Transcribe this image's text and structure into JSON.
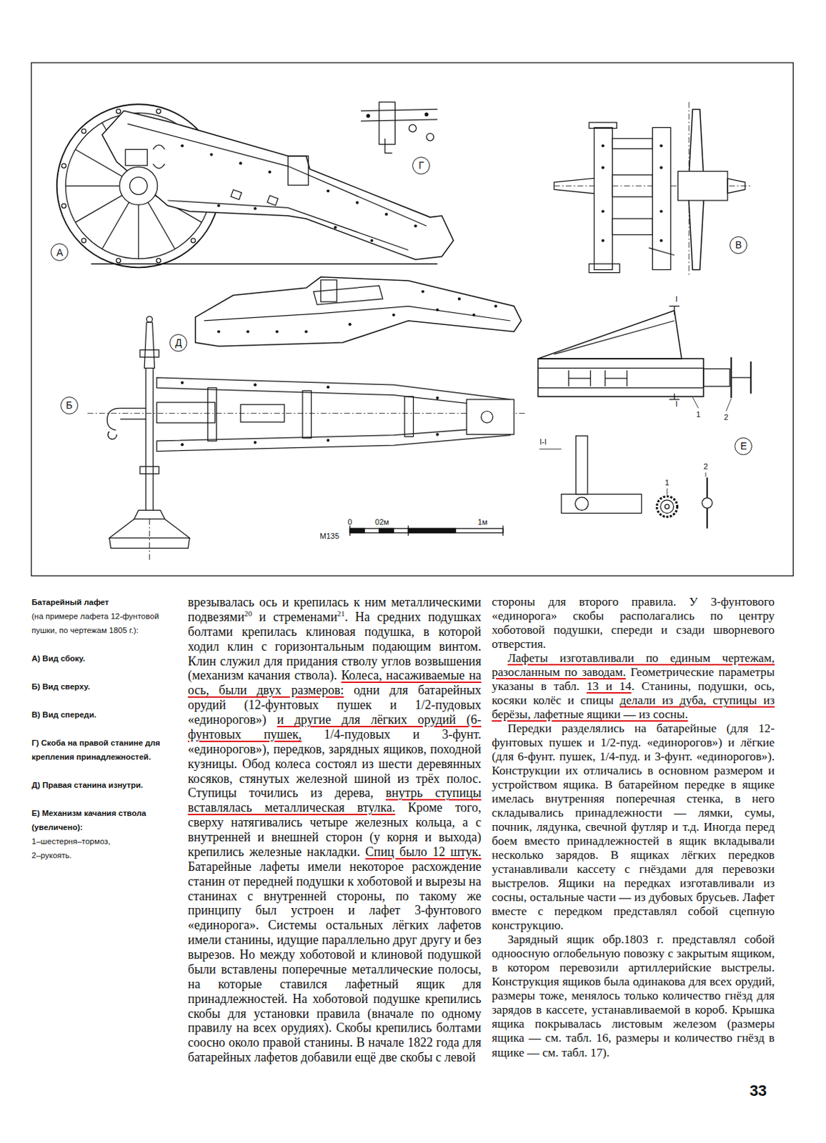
{
  "diagram": {
    "title": "Батарейный лафет",
    "caption": "(на примере лафета 12-фунтовой пушки, по чертежам 1805 г.):",
    "nodes": [
      {
        "text": [
          "А"
        ]
      },
      {
        "text": [
          "Г"
        ]
      },
      {
        "text": [
          "В"
        ]
      },
      {
        "text": [
          "Д"
        ]
      },
      {
        "text": [
          "Б"
        ]
      },
      {
        "text": [
          "Е"
        ]
      }
    ],
    "labels": [
      "I",
      "I",
      "1",
      "2",
      "I-I",
      "1",
      "2",
      "0",
      "02м",
      "1м",
      "М135",
      "А) Вид сбоку.",
      "Б) Вид сверху.",
      "В) Вид спереди.",
      "Г) Скоба на правой станине для крепления принадлежностей.",
      "Д) Правая станина изнутри.",
      "Е) Механизм качания ствола (увеличено):",
      "1–шестерня–тормоз,",
      "2–рукоять.",
      "врезывалась ось и крепилась к ним металлическими подвезями",
      "20",
      "и стременами",
      "21",
      ". На средних подушках болтами крепилась клиновая подушка, в которой ходил клин с горизонтальным подающим винтом. Клин служил для придания стволу углов возвышения (механизм качания ствола).",
      "Колеса, насаживаемые на ось, были двух размеров:",
      "одни для батарейных орудий (12-фунтовых пушек и 1/2-пудовых «единорогов»)",
      "и другие для лёгких орудий (6-фунтовых пушек,",
      "1/4-пудовых и 3-фунт. «единорогов»), передков, зарядных ящиков, походной кузницы. Обод колеса состоял из шести деревянных косяков, стянутых железной шиной из трёх полос. Ступицы точились из дерева,",
      "внутрь ступицы вставлялась металлическая втулка.",
      "Кроме того, сверху натягивались четыре железных кольца, а с внутренней и внешней сторон (у корня и выхода) крепились железные накладки.",
      "Спиц было 12 штук.",
      "Батарейные лафеты имели некоторое расхождение станин от передней подушки к хоботовой и вырезы на станинах с внутренней стороны, по такому же принципу был устроен и лафет 3-фунтового «единорога». Системы остальных лёгких лафетов имели станины, идущие параллельно друг другу и без вырезов. Но между хоботовой и клиновой подушкой были вставлены поперечные металлические полосы, на которые ставился лафетный ящик для принадлежностей. На хоботовой подушке крепились скобы для установки правила (вначале по одному правилу на всех орудиях). Скобы крепились болтами соосно около правой станины. В начале 1822 года для батарейных лафетов добавили ещё две скобы с левой",
      "стороны для второго правила. У 3-фунтового «единорога» скобы располагались по центру хоботовой подушки, спереди и сзади шворневого отверстия.",
      "Лафеты изготавливали по единым чертежам, разосланным по заводам.",
      "Геометрические параметры указаны в табл.",
      "13 и 14",
      ". Станины, подушки, ось, косяки колёс и спицы",
      "делали из дуба, ступицы из берёзы, лафетные ящики — из сосны.",
      "Передки разделялись на батарейные (для 12-фунтовых пушек и 1/2-пуд. «единорогов») и лёгкие (для 6-фунт. пушек, 1/4-пуд. и 3-фунт. «единорогов»). Конструкции их отличались в основном размером и устройством ящика. В батарейном передке в ящике имелась внутренняя поперечная стенка, в него складывались принадлежности — лямки, сумы, почник, лядунка, свечной футляр и т.д. Иногда перед боем вместо принадлежностей в ящик вкладывали несколько зарядов. В ящиках лёгких передков устанавливали кассету с гнёздами для перевозки выстрелов. Ящики на передках изготавливали из сосны, остальные части — из дубовых брусьев. Лафет вместе с передком представлял собой сцепную конструкцию.",
      "Зарядный ящик обр.1803 г. представлял собой одноосную оглобельную повозку с закрытым ящиком, в котором перевозили артиллерийские выстрелы. Конструкция ящиков была одинакова для всех орудий, размеры тоже, менялось только количество гнёзд для зарядов в кассете, устанавливаемой в короб. Крышка ящика покрывалась листовым железом (размеры ящика — см. табл. 16, размеры и количество гнёзд в ящике — см. табл. 17).",
      "33"
    ]
  }
}
